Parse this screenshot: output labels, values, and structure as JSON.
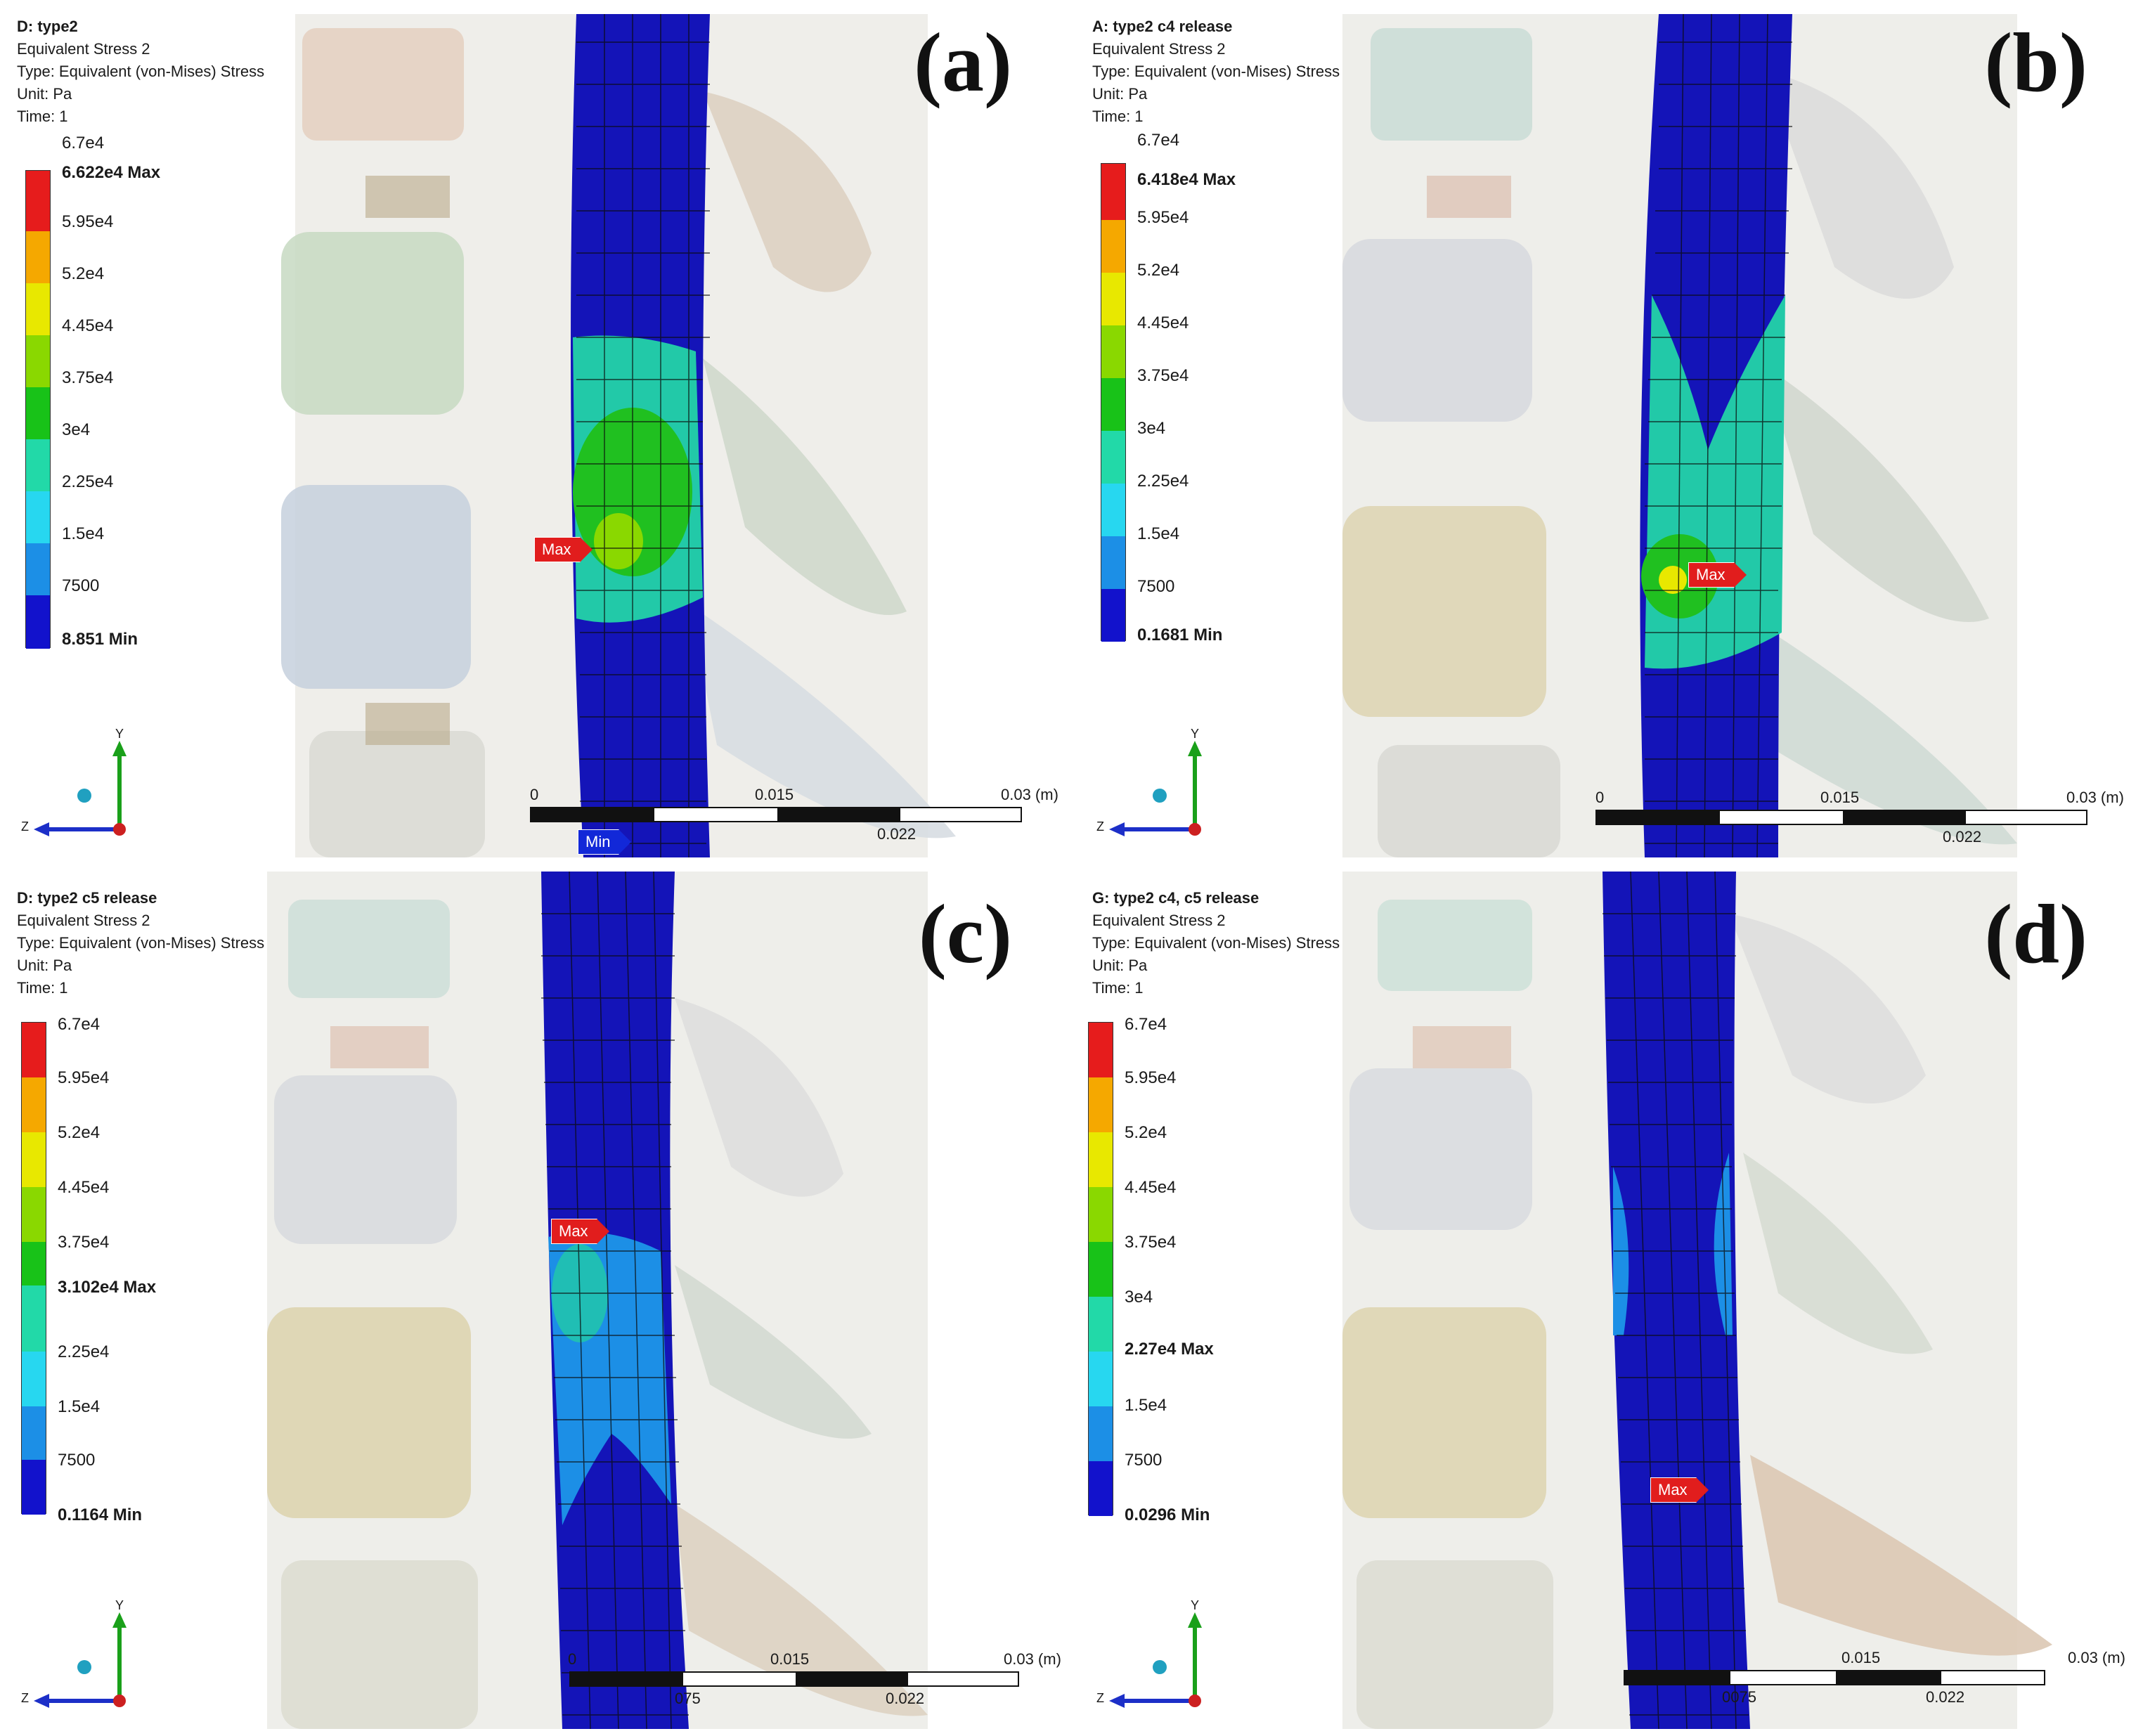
{
  "panels": [
    {
      "letter": "(a)",
      "title": "D: type2",
      "result_name": "Equivalent Stress 2",
      "type_line": "Type: Equivalent (von-Mises) Stress",
      "unit_line": "Unit: Pa",
      "time_line": "Time: 1",
      "legend_top": "6.7e4",
      "legend_top_bold": "6.622e4 Max",
      "legend_labels": [
        "5.95e4",
        "5.2e4",
        "4.45e4",
        "3.75e4",
        "3e4",
        "2.25e4",
        "1.5e4",
        "7500"
      ],
      "legend_bottom": "8.851 Min",
      "max_tag": "Max",
      "min_tag": "Min",
      "scale": {
        "left": "0",
        "mid_top": "0.015",
        "right": "0.03 (m)",
        "mid_bottom": "0.022"
      }
    },
    {
      "letter": "(b)",
      "title": "A: type2 c4 release",
      "result_name": "Equivalent Stress 2",
      "type_line": "Type: Equivalent (von-Mises) Stress",
      "unit_line": "Unit: Pa",
      "time_line": "Time: 1",
      "legend_top": "6.7e4",
      "legend_top_bold": "6.418e4 Max",
      "legend_labels": [
        "5.95e4",
        "5.2e4",
        "4.45e4",
        "3.75e4",
        "3e4",
        "2.25e4",
        "1.5e4",
        "7500"
      ],
      "legend_bottom": "0.1681 Min",
      "max_tag": "Max",
      "scale": {
        "left": "0",
        "mid_top": "0.015",
        "right": "0.03 (m)",
        "mid_bottom": "0.022"
      }
    },
    {
      "letter": "(c)",
      "title": "D: type2 c5 release",
      "result_name": "Equivalent Stress 2",
      "type_line": "Type: Equivalent (von-Mises) Stress",
      "unit_line": "Unit: Pa",
      "time_line": "Time: 1",
      "legend_labels": [
        "6.7e4",
        "5.95e4",
        "5.2e4",
        "4.45e4",
        "3.75e4",
        "3.102e4 Max",
        "2.25e4",
        "1.5e4",
        "7500"
      ],
      "legend_bottom": "0.1164 Min",
      "max_tag": "Max",
      "scale": {
        "left": "0",
        "mid_top": "0.015",
        "right": "0.03 (m)",
        "low_left": "075",
        "mid_bottom": "0.022"
      }
    },
    {
      "letter": "(d)",
      "title": "G: type2 c4, c5 release",
      "result_name": "Equivalent Stress 2",
      "type_line": "Type: Equivalent (von-Mises) Stress",
      "unit_line": "Unit: Pa",
      "time_line": "Time: 1",
      "legend_labels": [
        "6.7e4",
        "5.95e4",
        "5.2e4",
        "4.45e4",
        "3.75e4",
        "3e4",
        "2.27e4 Max",
        "1.5e4",
        "7500"
      ],
      "legend_bottom": "0.0296 Min",
      "max_tag": "Max",
      "scale": {
        "mid_top": "0.015",
        "right": "0.03 (m)",
        "low_left": "0075",
        "mid_bottom": "0.022"
      }
    }
  ],
  "triad": {
    "y": "Y",
    "z": "Z"
  },
  "colors": {
    "contour": [
      "#1212cc",
      "#1c8fe6",
      "#27d7f0",
      "#22d9a8",
      "#18c218",
      "#8ad800",
      "#e8e800",
      "#f5a800",
      "#e61c1c"
    ],
    "mesh_base": "#1414b8"
  }
}
